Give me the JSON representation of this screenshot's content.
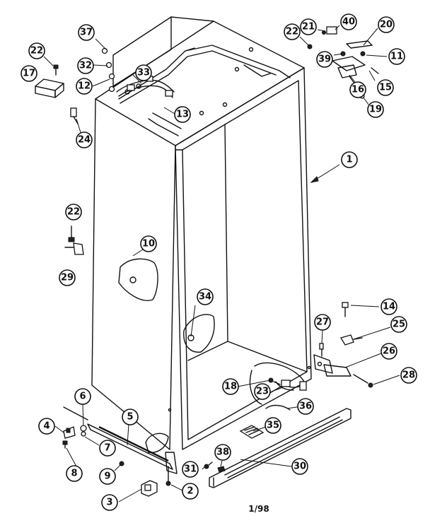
{
  "figure": {
    "date_code": "1/98"
  },
  "callouts": [
    {
      "id": "c37",
      "label": "37"
    },
    {
      "id": "c22a",
      "label": "22"
    },
    {
      "id": "c32",
      "label": "32"
    },
    {
      "id": "c17",
      "label": "17"
    },
    {
      "id": "c12",
      "label": "12"
    },
    {
      "id": "c33",
      "label": "33"
    },
    {
      "id": "c13",
      "label": "13"
    },
    {
      "id": "c24",
      "label": "24"
    },
    {
      "id": "c22b",
      "label": "22"
    },
    {
      "id": "c21",
      "label": "21"
    },
    {
      "id": "c40",
      "label": "40"
    },
    {
      "id": "c20",
      "label": "20"
    },
    {
      "id": "c39",
      "label": "39"
    },
    {
      "id": "c11",
      "label": "11"
    },
    {
      "id": "c16",
      "label": "16"
    },
    {
      "id": "c15",
      "label": "15"
    },
    {
      "id": "c19",
      "label": "19"
    },
    {
      "id": "c1",
      "label": "1"
    },
    {
      "id": "c22c",
      "label": "22"
    },
    {
      "id": "c29",
      "label": "29"
    },
    {
      "id": "c10",
      "label": "10"
    },
    {
      "id": "c34",
      "label": "34"
    },
    {
      "id": "c14",
      "label": "14"
    },
    {
      "id": "c27",
      "label": "27"
    },
    {
      "id": "c25",
      "label": "25"
    },
    {
      "id": "c26",
      "label": "26"
    },
    {
      "id": "c28",
      "label": "28"
    },
    {
      "id": "c18",
      "label": "18"
    },
    {
      "id": "c23",
      "label": "23"
    },
    {
      "id": "c36",
      "label": "36"
    },
    {
      "id": "c35",
      "label": "35"
    },
    {
      "id": "c6",
      "label": "6"
    },
    {
      "id": "c4",
      "label": "4"
    },
    {
      "id": "c5",
      "label": "5"
    },
    {
      "id": "c7",
      "label": "7"
    },
    {
      "id": "c8",
      "label": "8"
    },
    {
      "id": "c9",
      "label": "9"
    },
    {
      "id": "c31",
      "label": "31"
    },
    {
      "id": "c38",
      "label": "38"
    },
    {
      "id": "c30",
      "label": "30"
    },
    {
      "id": "c3",
      "label": "3"
    },
    {
      "id": "c2",
      "label": "2"
    }
  ]
}
